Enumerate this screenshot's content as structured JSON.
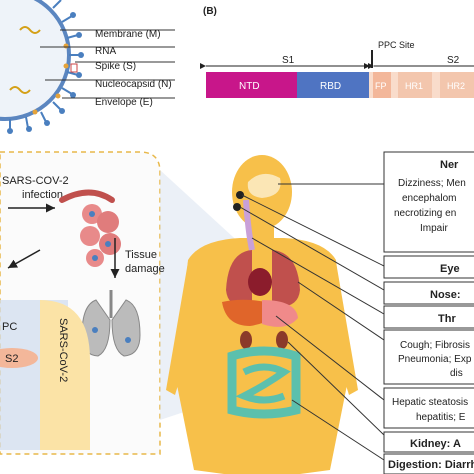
{
  "panel_b": {
    "label": "(B)",
    "ppc_site": "PPC Site",
    "s1": "S1",
    "s2": "S2",
    "domains": [
      "NTD",
      "RBD",
      "FP",
      "HR1",
      "HR2"
    ]
  },
  "virion": {
    "labels": [
      "Membrane (M)",
      "RNA",
      "Spike (S)",
      "Nucleocapsid (N)",
      "Envelope (E)"
    ]
  },
  "infection": {
    "label_line1": "SARS-COV-2",
    "label_line2": "infection",
    "damage_line1": "Tissue",
    "damage_line2": "damage",
    "ppc": "PC",
    "s2": "S2",
    "virus": "SARS-CoV-2"
  },
  "organs": {
    "nervous_title": "Ner",
    "nervous_lines": [
      "Dizziness; Men",
      "encephalom",
      "necrotizing en",
      "Impair"
    ],
    "eye": "Eye",
    "nose": "Nose: ",
    "throat": "Thr",
    "lung_lines": [
      "Cough; Fibrosis",
      "Pneumonia; Exp",
      "dis"
    ],
    "liver_lines": [
      "Hepatic steatosis",
      "hepatitis; E"
    ],
    "kidney": "Kidney:  A",
    "digestion": "Digestion:  Diarrh"
  },
  "colors": {
    "ntd": "#c8168a",
    "rbd": "#4f74c2",
    "s2_light": "#f3c6ad",
    "body": "#f7c04a",
    "spike": "#4a7fbf",
    "liver": "#e0652a",
    "lung": "#c0504d",
    "intestine": "#5cc0ad"
  }
}
